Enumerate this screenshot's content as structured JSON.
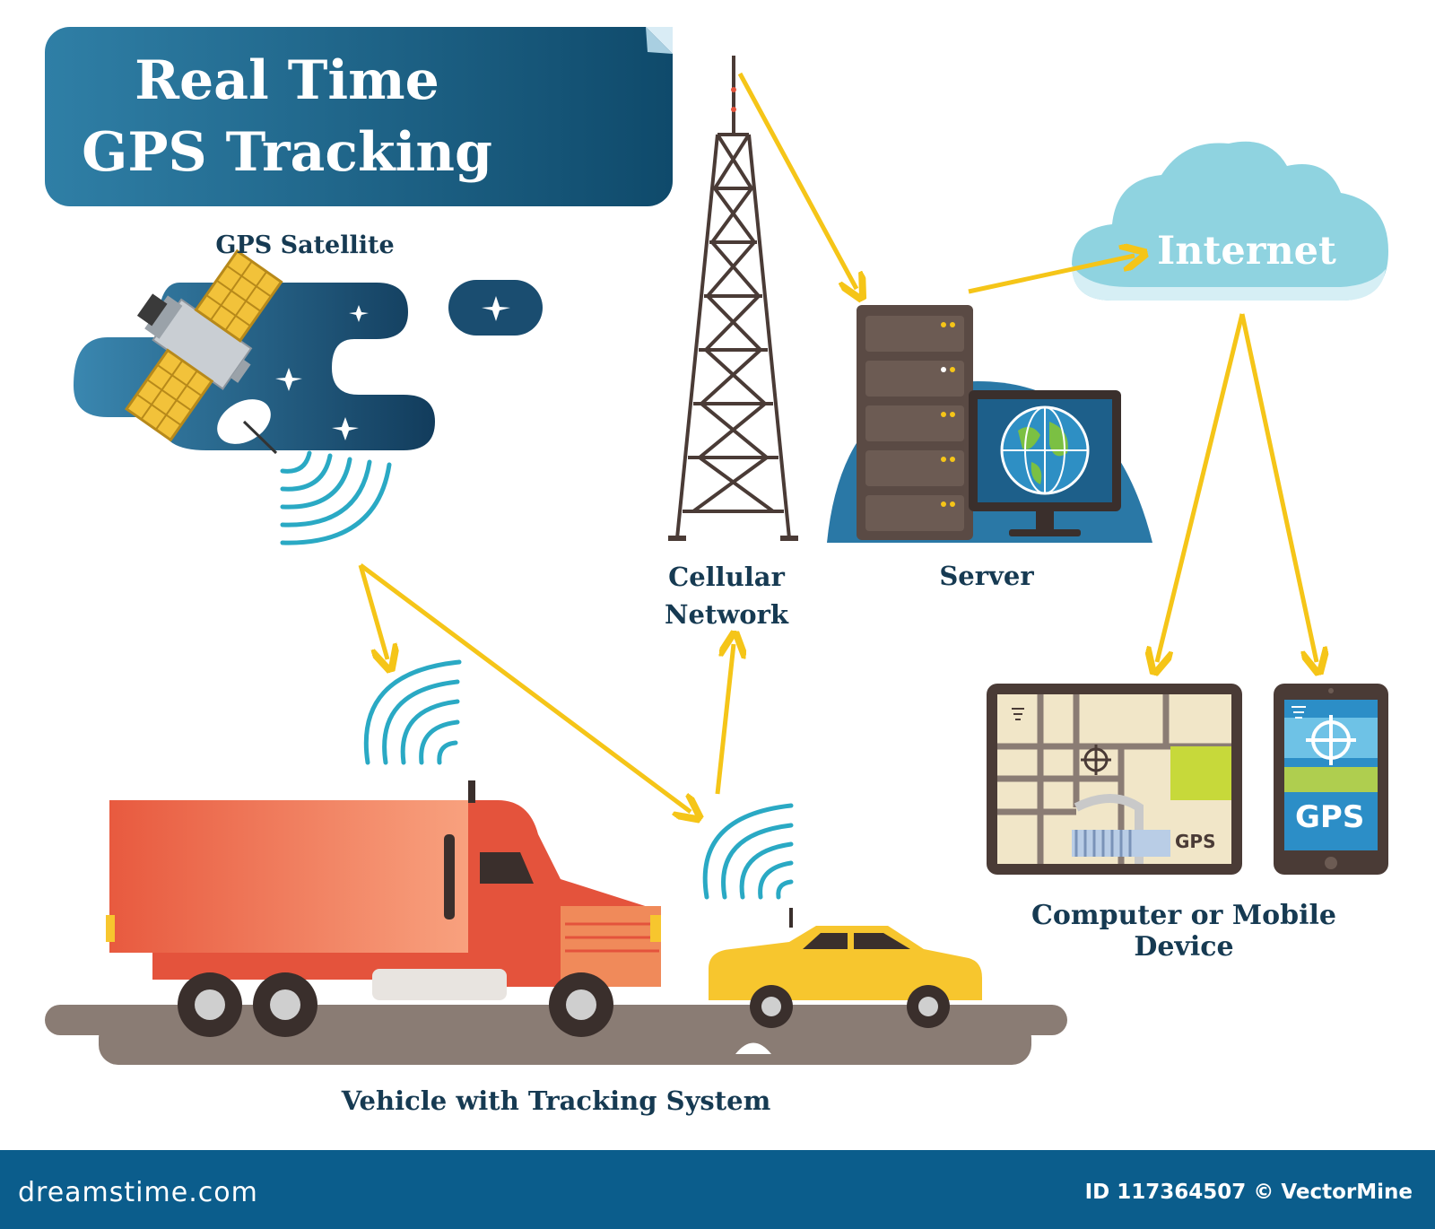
{
  "title": {
    "line1": "Real Time",
    "line2": "GPS Tracking"
  },
  "labels": {
    "satellite": "GPS Satellite",
    "cellular_line1": "Cellular",
    "cellular_line2": "Network",
    "server": "Server",
    "internet": "Internet",
    "device": "Computer or Mobile Device",
    "vehicle": "Vehicle with Tracking System"
  },
  "device_screens": {
    "tablet_text": "GPS",
    "phone_text": "GPS"
  },
  "footer": {
    "brand": "dreamstime.com",
    "id_text": "ID 117364507 © VectorMine"
  },
  "colors": {
    "banner": "#1e6a8e",
    "arrow": "#f5c518",
    "navy": "#1a3d5c",
    "cloud": "#8fd3e0",
    "signal": "#2aa9c4",
    "truck_box": "#f0715a",
    "truck_cab": "#e4533c",
    "car": "#f7c62e",
    "road": "#8a7c74"
  },
  "icons": [
    "satellite-icon",
    "tower-icon",
    "server-icon",
    "monitor-globe-icon",
    "cloud-icon",
    "tablet-map-icon",
    "phone-gps-icon",
    "truck-icon",
    "car-icon",
    "signal-waves-icon"
  ]
}
